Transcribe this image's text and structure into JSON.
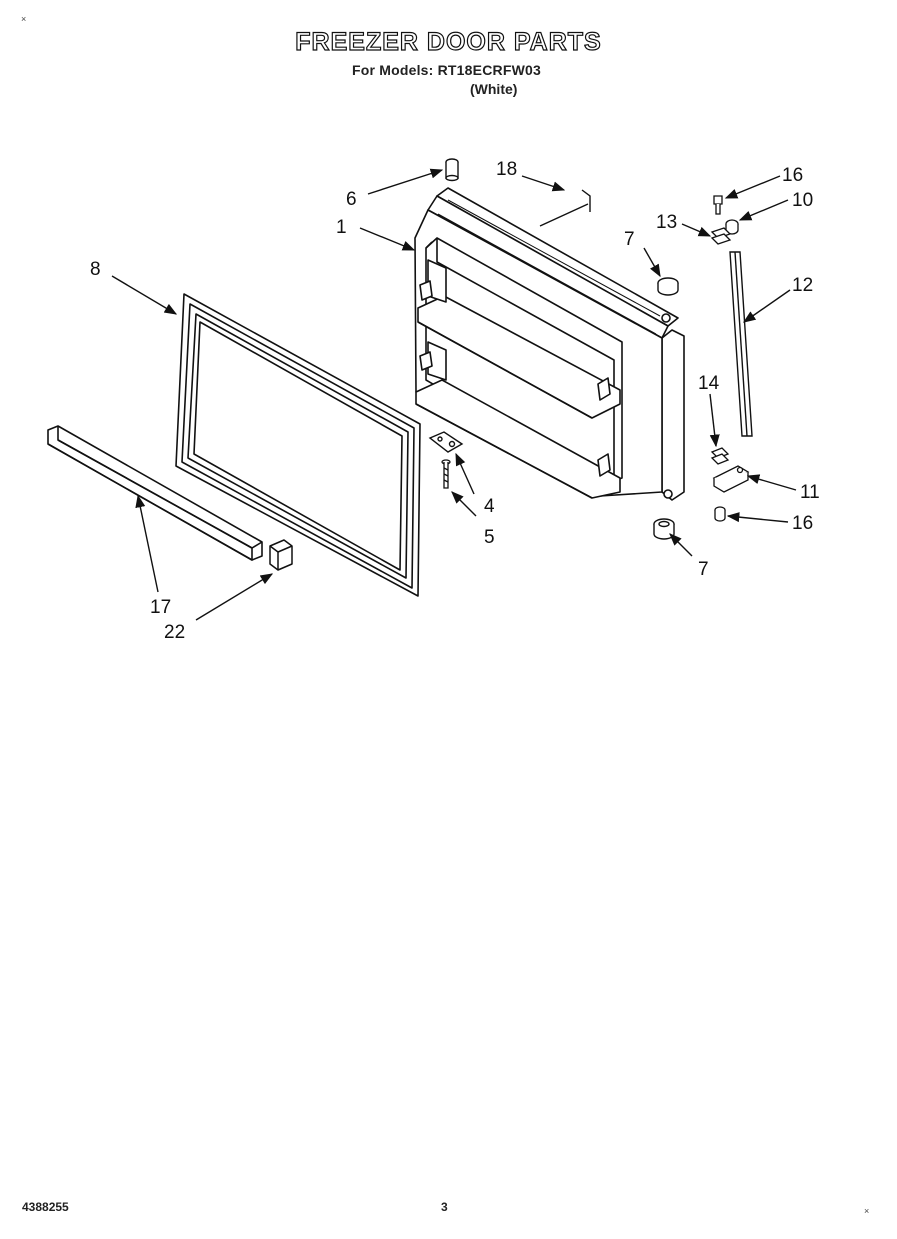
{
  "header": {
    "title": "FREEZER DOOR PARTS",
    "subtitle": "For Models: RT18ECRFW03",
    "color_note": "(White)"
  },
  "footer": {
    "doc_number": "4388255",
    "page_number": "3"
  },
  "callouts": [
    {
      "id": "c1",
      "label": "1"
    },
    {
      "id": "c4",
      "label": "4"
    },
    {
      "id": "c5",
      "label": "5"
    },
    {
      "id": "c6",
      "label": "6"
    },
    {
      "id": "c7a",
      "label": "7"
    },
    {
      "id": "c7b",
      "label": "7"
    },
    {
      "id": "c8",
      "label": "8"
    },
    {
      "id": "c10",
      "label": "10"
    },
    {
      "id": "c11",
      "label": "11"
    },
    {
      "id": "c12",
      "label": "12"
    },
    {
      "id": "c13",
      "label": "13"
    },
    {
      "id": "c14",
      "label": "14"
    },
    {
      "id": "c16a",
      "label": "16"
    },
    {
      "id": "c16b",
      "label": "16"
    },
    {
      "id": "c17",
      "label": "17"
    },
    {
      "id": "c18",
      "label": "18"
    },
    {
      "id": "c22",
      "label": "22"
    }
  ],
  "marks": {
    "corner_tl": "×",
    "corner_br": "×"
  }
}
